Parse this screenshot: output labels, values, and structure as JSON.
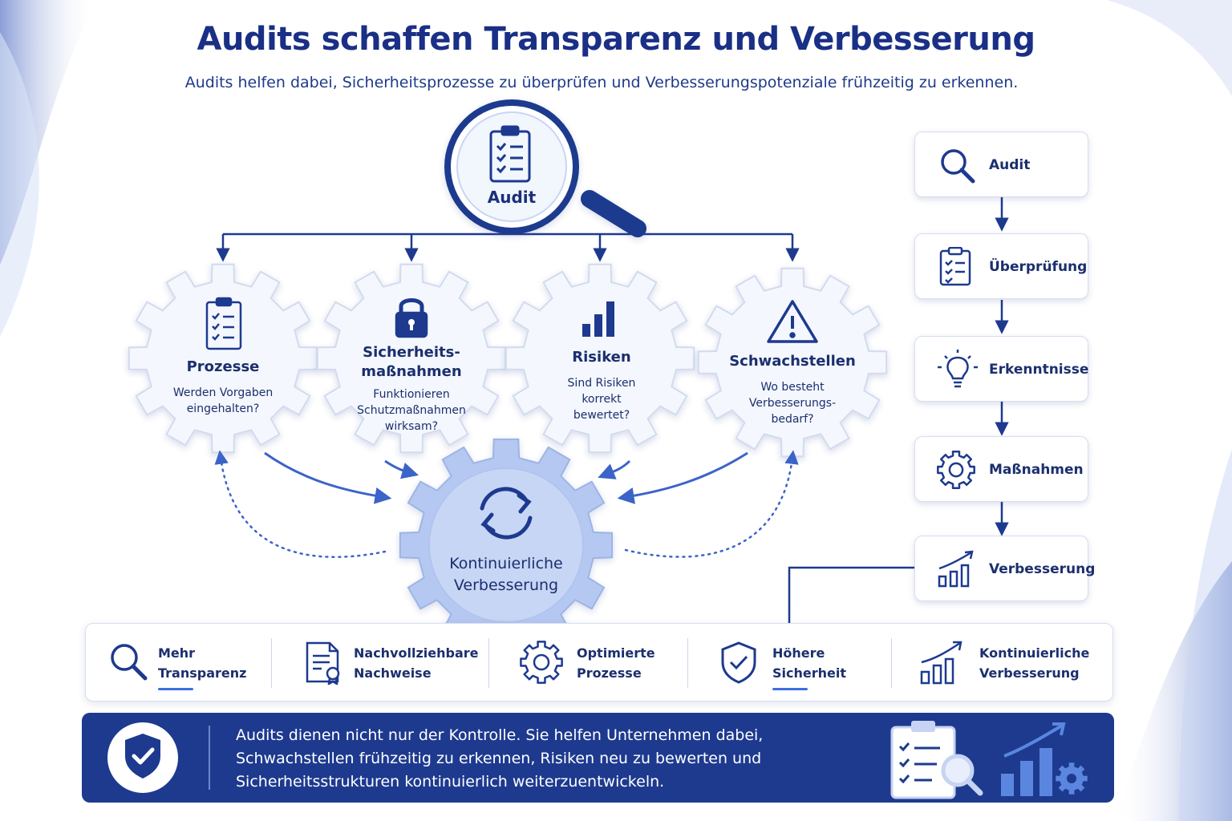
{
  "title": "Audits schaffen Transparenz und Verbesserung",
  "subtitle": "Audits helfen dabei, Sicherheitsprozesse zu überprüfen und Verbesserungspotenziale frühzeitig zu erkennen.",
  "audit_lens_label": "Audit",
  "gears": [
    {
      "title": "Prozesse",
      "question": "Werden Vorgaben eingehalten?",
      "icon": "clipboard-icon"
    },
    {
      "title": "Sicherheits-\nmaßnahmen",
      "question": "Funktionieren Schutzmaßnahmen wirksam?",
      "icon": "lock-icon"
    },
    {
      "title": "Risiken",
      "question": "Sind Risiken korrekt bewertet?",
      "icon": "bar-chart-icon"
    },
    {
      "title": "Schwachstellen",
      "question": "Wo besteht Verbesserungs-bedarf?",
      "icon": "warning-icon"
    }
  ],
  "center_label": "Kontinuierliche Verbesserung",
  "flow": [
    {
      "label": "Audit",
      "icon": "search-icon"
    },
    {
      "label": "Überprüfung",
      "icon": "clipboard-icon"
    },
    {
      "label": "Erkenntnisse",
      "icon": "lightbulb-icon"
    },
    {
      "label": "Maßnahmen",
      "icon": "gear-icon"
    },
    {
      "label": "Verbesserung",
      "icon": "growth-chart-icon"
    }
  ],
  "benefits": [
    {
      "line1": "Mehr",
      "line2": "Transparenz",
      "icon": "search-icon"
    },
    {
      "line1": "Nachvollziehbare",
      "line2": "Nachweise",
      "icon": "certificate-icon"
    },
    {
      "line1": "Optimierte",
      "line2": "Prozesse",
      "icon": "gear-icon"
    },
    {
      "line1": "Höhere",
      "line2": "Sicherheit",
      "icon": "shield-check-icon"
    },
    {
      "line1": "Kontinuierliche",
      "line2": "Verbesserung",
      "icon": "growth-chart-icon"
    }
  ],
  "summary": {
    "line1": "Audits dienen nicht nur der Kontrolle. Sie helfen Unternehmen dabei,",
    "line2": "Schwachstellen frühzeitig zu erkennen, Risiken neu zu bewerten und",
    "line3": "Sicherheitsstrukturen kontinuierlich weiterzuentwickeln."
  },
  "colors": {
    "primary": "#1d3a8f",
    "accent": "#3b6fe0",
    "gear_fill": "#f3f6fc",
    "center_gear": "#a9c0ee"
  }
}
